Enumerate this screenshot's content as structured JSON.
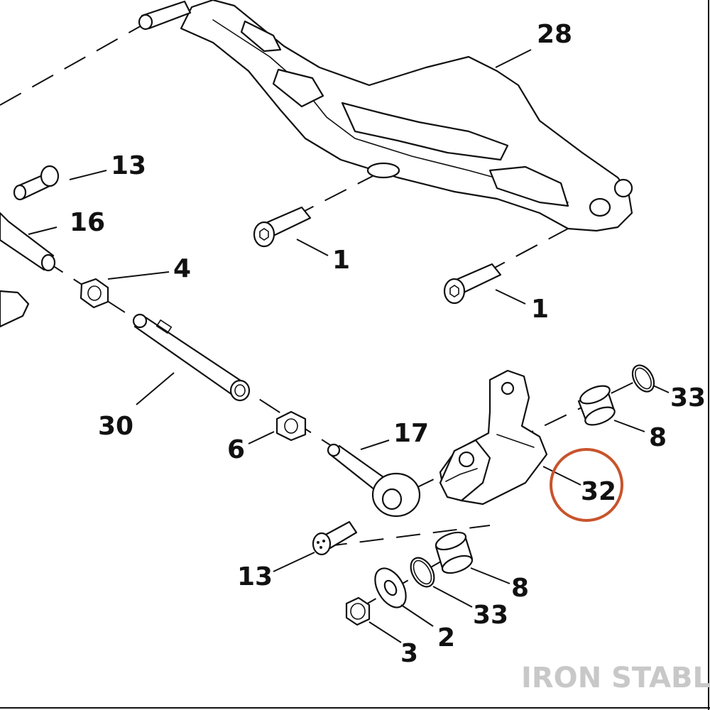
{
  "diagram": {
    "callouts": {
      "c28": "28",
      "c13a": "13",
      "c16": "16",
      "c4": "4",
      "c1a": "1",
      "c1b": "1",
      "c30": "30",
      "c6": "6",
      "c17": "17",
      "c33a": "33",
      "c8a": "8",
      "c32": "32",
      "c13b": "13",
      "c8b": "8",
      "c33b": "33",
      "c2": "2",
      "c3": "3"
    },
    "highlight": {
      "callout": "32",
      "color": "#c8542c"
    },
    "watermark": "IRON STABLE"
  }
}
